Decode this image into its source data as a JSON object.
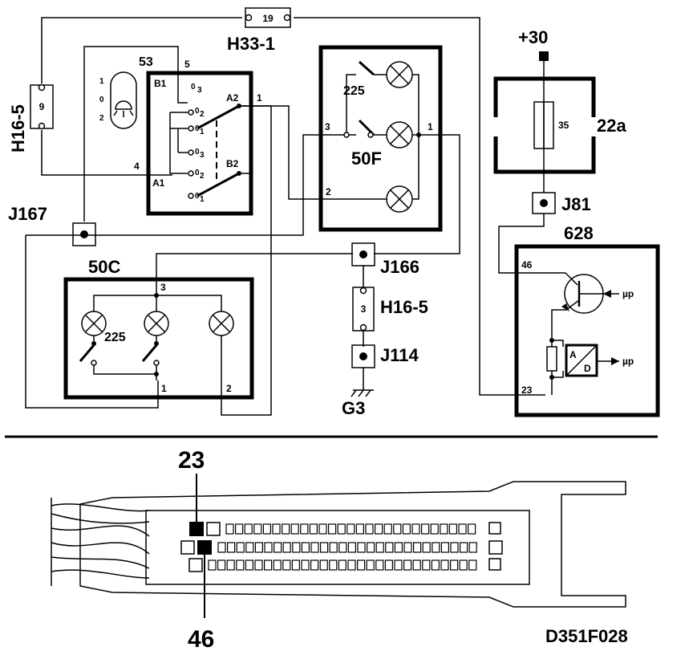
{
  "labels": {
    "h33_1": "H33-1",
    "h33_1_pin": "19",
    "h16_5_top": "H16-5",
    "h16_5_top_pin": "9",
    "s53": "53",
    "s53_pin5": "5",
    "s53_b1": "B1",
    "s53_a1": "A1",
    "s53_a2": "A2",
    "s53_b2": "B2",
    "s53_pin4": "4",
    "s53_pin1": "1",
    "s53_o3": "0",
    "s53_o3_sub": "3",
    "sw_pos_1": "1",
    "sw_pos_0": "0",
    "sw_pos_2": "2",
    "c_2a": "0",
    "c_2a_sub": "2",
    "c_1a": "0",
    "c_1a_sub": "1",
    "c_3b": "0",
    "c_3b_sub": "3",
    "c_2b": "0",
    "c_2b_sub": "2",
    "c_1b": "0",
    "c_1b_sub": "1",
    "u50f": "50F",
    "u50f_225": "225",
    "u50f_pin3": "3",
    "u50f_pin1": "1",
    "u50f_pin2": "2",
    "plus30": "+30",
    "u22a": "22a",
    "fuse35": "35",
    "j81": "J81",
    "j167": "J167",
    "u628": "628",
    "u628_pin46": "46",
    "u628_pin23": "23",
    "mu_p_1": "µp",
    "mu_p_2": "µp",
    "ad_a": "A",
    "ad_d": "D",
    "u50c": "50C",
    "u50c_pin3": "3",
    "u50c_225": "225",
    "u50c_pin1": "1",
    "u50c_pin2": "2",
    "j166": "J166",
    "h16_5_mid": "H16-5",
    "h16_5_mid_pin": "3",
    "j114": "J114",
    "g3": "G3",
    "conn_23": "23",
    "conn_46": "46",
    "ref": "D351F028"
  }
}
